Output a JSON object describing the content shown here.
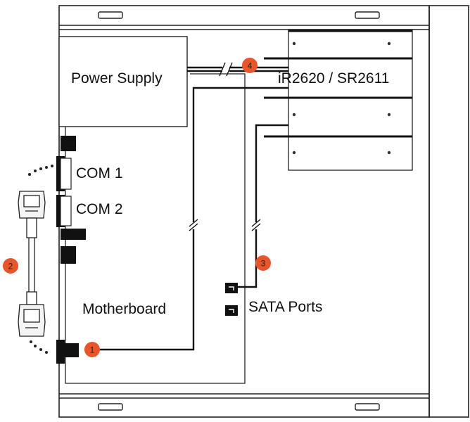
{
  "labels": {
    "power_supply": "Power Supply",
    "raid_unit": "iR2620 / SR2611",
    "com1": "COM 1",
    "com2": "COM 2",
    "motherboard": "Motherboard",
    "sata_ports": "SATA Ports"
  },
  "callouts": [
    "1",
    "2",
    "3",
    "4"
  ],
  "colors": {
    "callout_fill": "#e8552b",
    "line": "#222222",
    "cable": "#111111"
  }
}
